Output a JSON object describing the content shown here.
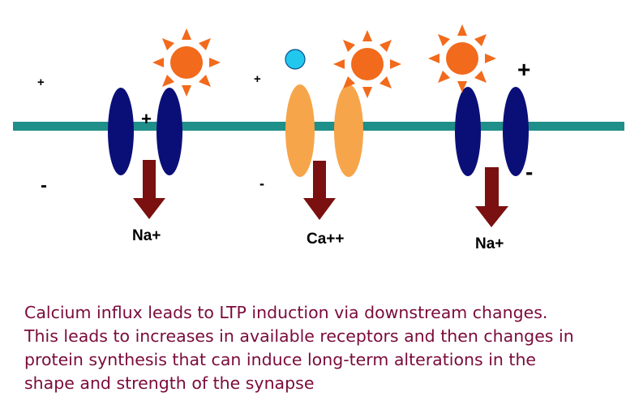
{
  "diagram": {
    "membrane_color": "#1f8f8a",
    "channels": [
      {
        "color": "#0a0f78",
        "sun": true,
        "ligand": false,
        "outside_sign": "+",
        "inside_sign": "-",
        "pore_sign": "+",
        "ion_label": "Na+"
      },
      {
        "color": "#f7a54a",
        "sun": true,
        "ligand": true,
        "ligand_color": "#22c7ee",
        "outside_sign": "+",
        "inside_sign": "-",
        "ion_label": "Ca++"
      },
      {
        "color": "#0a0f78",
        "sun": true,
        "ligand": false,
        "outside_sign": "+",
        "inside_sign": "-",
        "ion_label": "Na+"
      }
    ],
    "arrow_color": "#7a1010",
    "sun_color": "#f26a1b"
  },
  "caption": {
    "lines": [
      "Calcium influx leads to LTP induction via downstream changes.",
      "This leads to increases in available receptors and then changes in",
      "protein synthesis that can induce long-term alterations in the",
      "shape and strength of the synapse"
    ]
  }
}
